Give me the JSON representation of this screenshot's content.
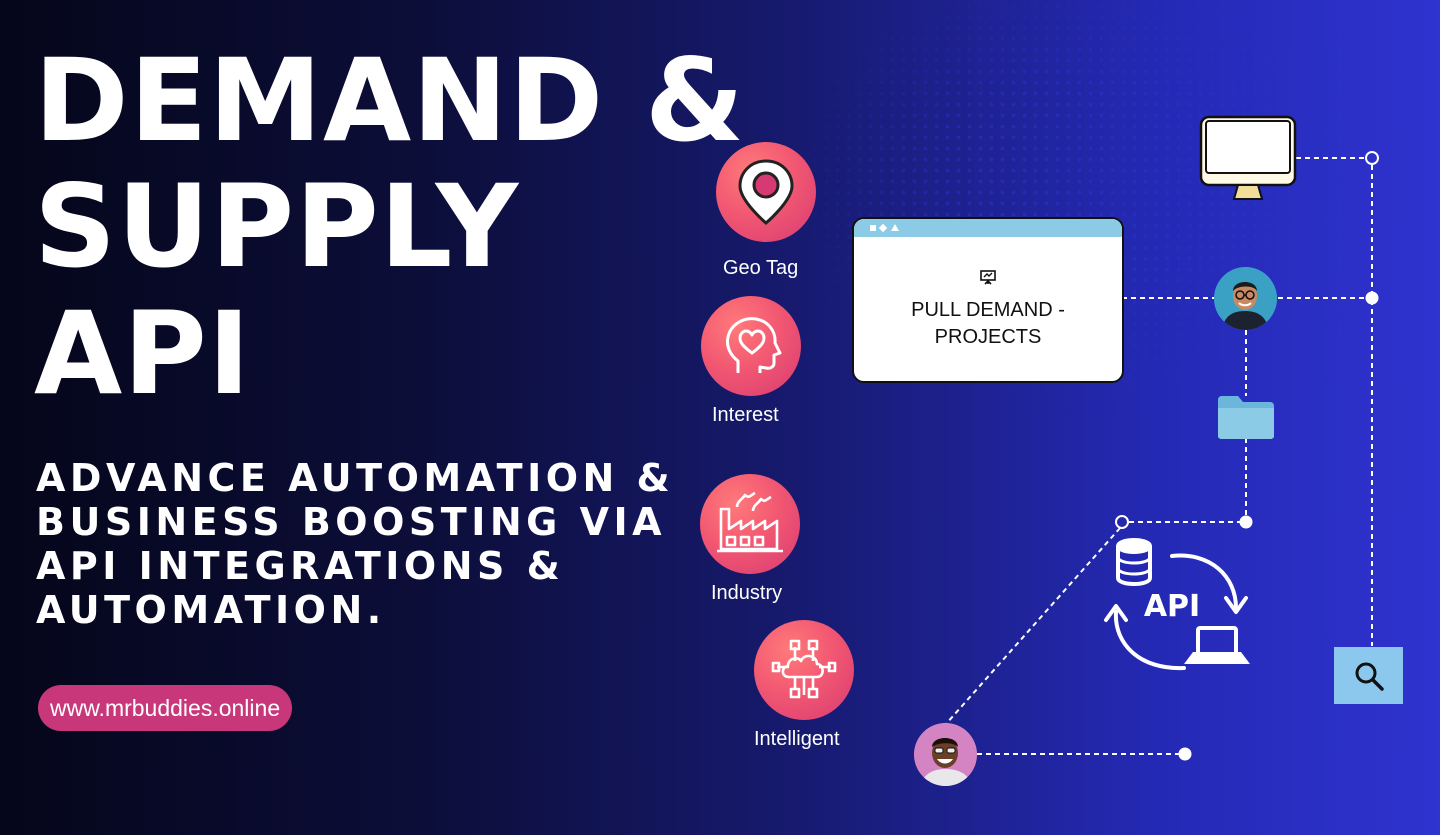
{
  "hero": {
    "title_lines": [
      "DEMAND &",
      "SUPPLY",
      "API"
    ],
    "subtitle_lines": [
      "ADVANCE AUTOMATION &",
      "BUSINESS BOOSTING VIA",
      "API INTEGRATIONS &",
      "AUTOMATION."
    ],
    "url": "www.mrbuddies.online"
  },
  "features": [
    {
      "label": "Geo Tag",
      "icon": "map-pin-icon"
    },
    {
      "label": "Interest",
      "icon": "head-heart-icon"
    },
    {
      "label": "Industry",
      "icon": "factory-icon"
    },
    {
      "label": "Intelligent",
      "icon": "cloud-network-icon"
    }
  ],
  "diagram": {
    "window_title_lines": [
      "PULL DEMAND -",
      "PROJECTS"
    ],
    "api_label": "API",
    "icons": [
      "monitor-icon",
      "folder-icon",
      "database-icon",
      "laptop-icon",
      "search-icon",
      "avatar-man-glasses",
      "avatar-man-smiling"
    ]
  },
  "colors": {
    "badge": "#f25872",
    "pill": "#c8377a",
    "folder": "#8ccbe6",
    "search_box": "#8cc8ee"
  }
}
